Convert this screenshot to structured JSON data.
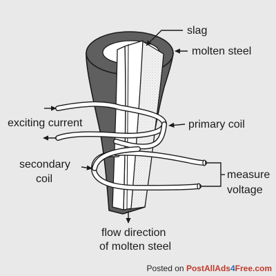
{
  "labels": {
    "slag": "slag",
    "molten_steel": "molten steel",
    "exciting_current": "exciting current",
    "primary_coil": "primary coil",
    "secondary_coil_line1": "secondary",
    "secondary_coil_line2": "coil",
    "measure_voltage_line1": "measure",
    "measure_voltage_line2": "voltage",
    "flow_direction_line1": "flow direction",
    "flow_direction_line2": "of molten steel"
  },
  "footer": {
    "prefix": "Posted on",
    "site_part1": "PostAllAds",
    "site_num": "4",
    "site_part2": "Free.com"
  },
  "colors": {
    "background": "#e9e9e9",
    "steel_dark": "#5f5f5f",
    "slag": "#ffffff",
    "coil_fill": "#ffffff",
    "outline": "#1a1a1a"
  }
}
